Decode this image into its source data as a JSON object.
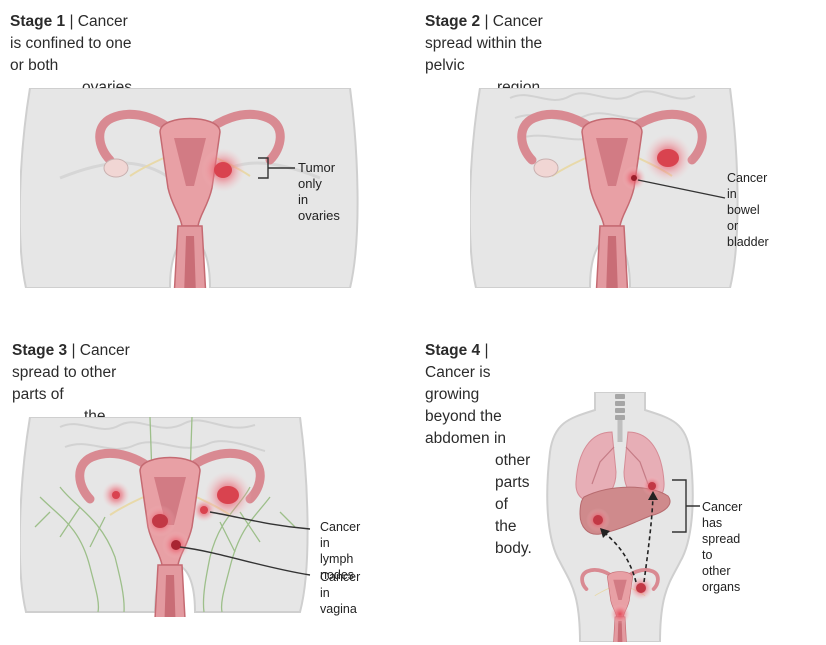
{
  "stages": [
    {
      "stage": "Stage 1",
      "sep": " | ",
      "line1": "Cancer is confined to one or both",
      "line2": "ovaries.",
      "callout": [
        "Tumor only",
        "in ovaries"
      ]
    },
    {
      "stage": "Stage 2",
      "sep": " | ",
      "line1": "Cancer spread within the pelvic",
      "line2": "region.",
      "callout": [
        "Cancer in",
        "bowel or",
        "bladder"
      ]
    },
    {
      "stage": "Stage 3",
      "sep": " | ",
      "line1": "Cancer spread to other parts of",
      "line2": "the abdomen.",
      "callout_a": [
        "Cancer in",
        "lymph nodes"
      ],
      "callout_b": [
        "Cancer in",
        "vagina"
      ]
    },
    {
      "stage": "Stage 4",
      "sep": " | ",
      "line1": "Cancer is growing beyond the abdomen in",
      "line2": "other parts of the body.",
      "callout": [
        "Cancer has spread",
        "to other organs"
      ]
    }
  ],
  "colors": {
    "skin": "#e6e6e6",
    "outline": "#c9c9c9",
    "uterus": "#e8a0a5",
    "uterus_dark": "#c56a72",
    "tumor": "#d9434f",
    "lung": "#e7aeb6",
    "liver": "#cf8a8c",
    "lymph": "#9dbf8a"
  }
}
